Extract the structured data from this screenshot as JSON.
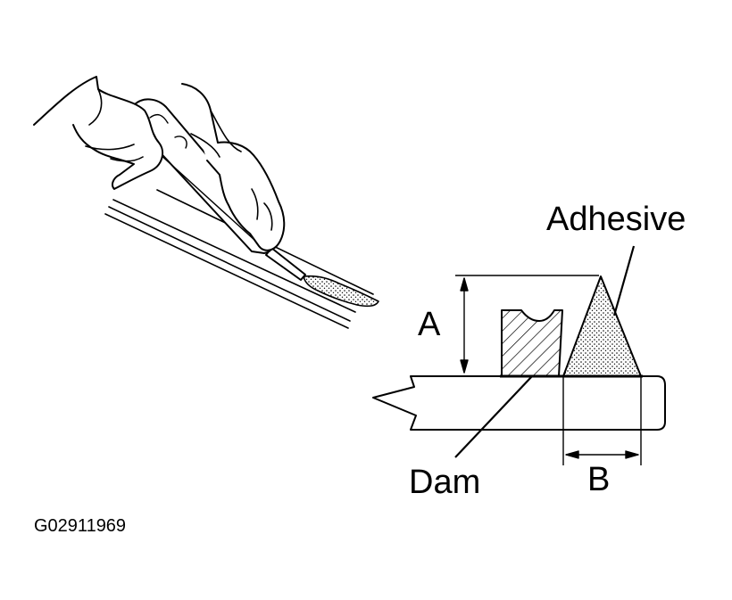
{
  "labels": {
    "adhesive": "Adhesive",
    "dimension_a": "A",
    "dimension_b": "B",
    "dam": "Dam"
  },
  "figure_code": "G02911969",
  "colors": {
    "line": "#000000",
    "background": "#ffffff"
  }
}
